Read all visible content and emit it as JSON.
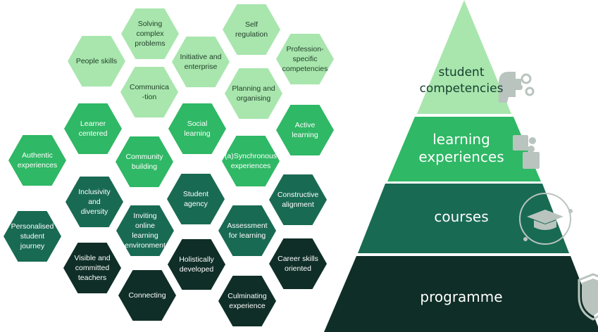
{
  "colors": {
    "light": "#a8e6ad",
    "medium": "#2fb865",
    "dark": "#196a53",
    "darkest": "#0f2e27",
    "icon_gray": "#b9c4be"
  },
  "hexagons": [
    {
      "label": "Solving\ncomplex\nproblems",
      "shade": "light"
    },
    {
      "label": "Self\nregulation",
      "shade": "light"
    },
    {
      "label": "People skills",
      "shade": "light"
    },
    {
      "label": "Initiative and\nenterprise",
      "shade": "light"
    },
    {
      "label": "Profession-\nspecific\ncompetencies",
      "shade": "light"
    },
    {
      "label": "Communica\n-tion",
      "shade": "light"
    },
    {
      "label": "Planning and\norganising",
      "shade": "light"
    },
    {
      "label": "Learner\ncentered",
      "shade": "medium"
    },
    {
      "label": "Social\nlearning",
      "shade": "medium"
    },
    {
      "label": "Active\nlearning",
      "shade": "medium"
    },
    {
      "label": "Authentic\nexperiences",
      "shade": "medium"
    },
    {
      "label": "Community\nbuilding",
      "shade": "medium"
    },
    {
      "label": "(a)Synchronous\nexperiences",
      "shade": "medium"
    },
    {
      "label": "Inclusivity\nand\ndiversity",
      "shade": "dark"
    },
    {
      "label": "Student\nagency",
      "shade": "dark"
    },
    {
      "label": "Constructive\nalignment",
      "shade": "dark"
    },
    {
      "label": "Personalised\nstudent\njourney",
      "shade": "dark"
    },
    {
      "label": "Inviting\nonline\nlearning\nenvironment",
      "shade": "dark"
    },
    {
      "label": "Assessment\nfor learning",
      "shade": "dark"
    },
    {
      "label": "Visible and\ncommitted\nteachers",
      "shade": "darkest"
    },
    {
      "label": "Holistically\ndeveloped",
      "shade": "darkest"
    },
    {
      "label": "Career skills\noriented",
      "shade": "darkest"
    },
    {
      "label": "Connecting",
      "shade": "darkest"
    },
    {
      "label": "Culminating\nexperience",
      "shade": "darkest"
    }
  ],
  "pyramid": {
    "tiers": [
      {
        "label": "student\ncompetencies",
        "icon": "gears-head-icon"
      },
      {
        "label": "learning\nexperiences",
        "icon": "puzzle-icon"
      },
      {
        "label": "courses",
        "icon": "graduation-cap-icon"
      },
      {
        "label": "programme",
        "icon": "shield-icon"
      }
    ]
  }
}
